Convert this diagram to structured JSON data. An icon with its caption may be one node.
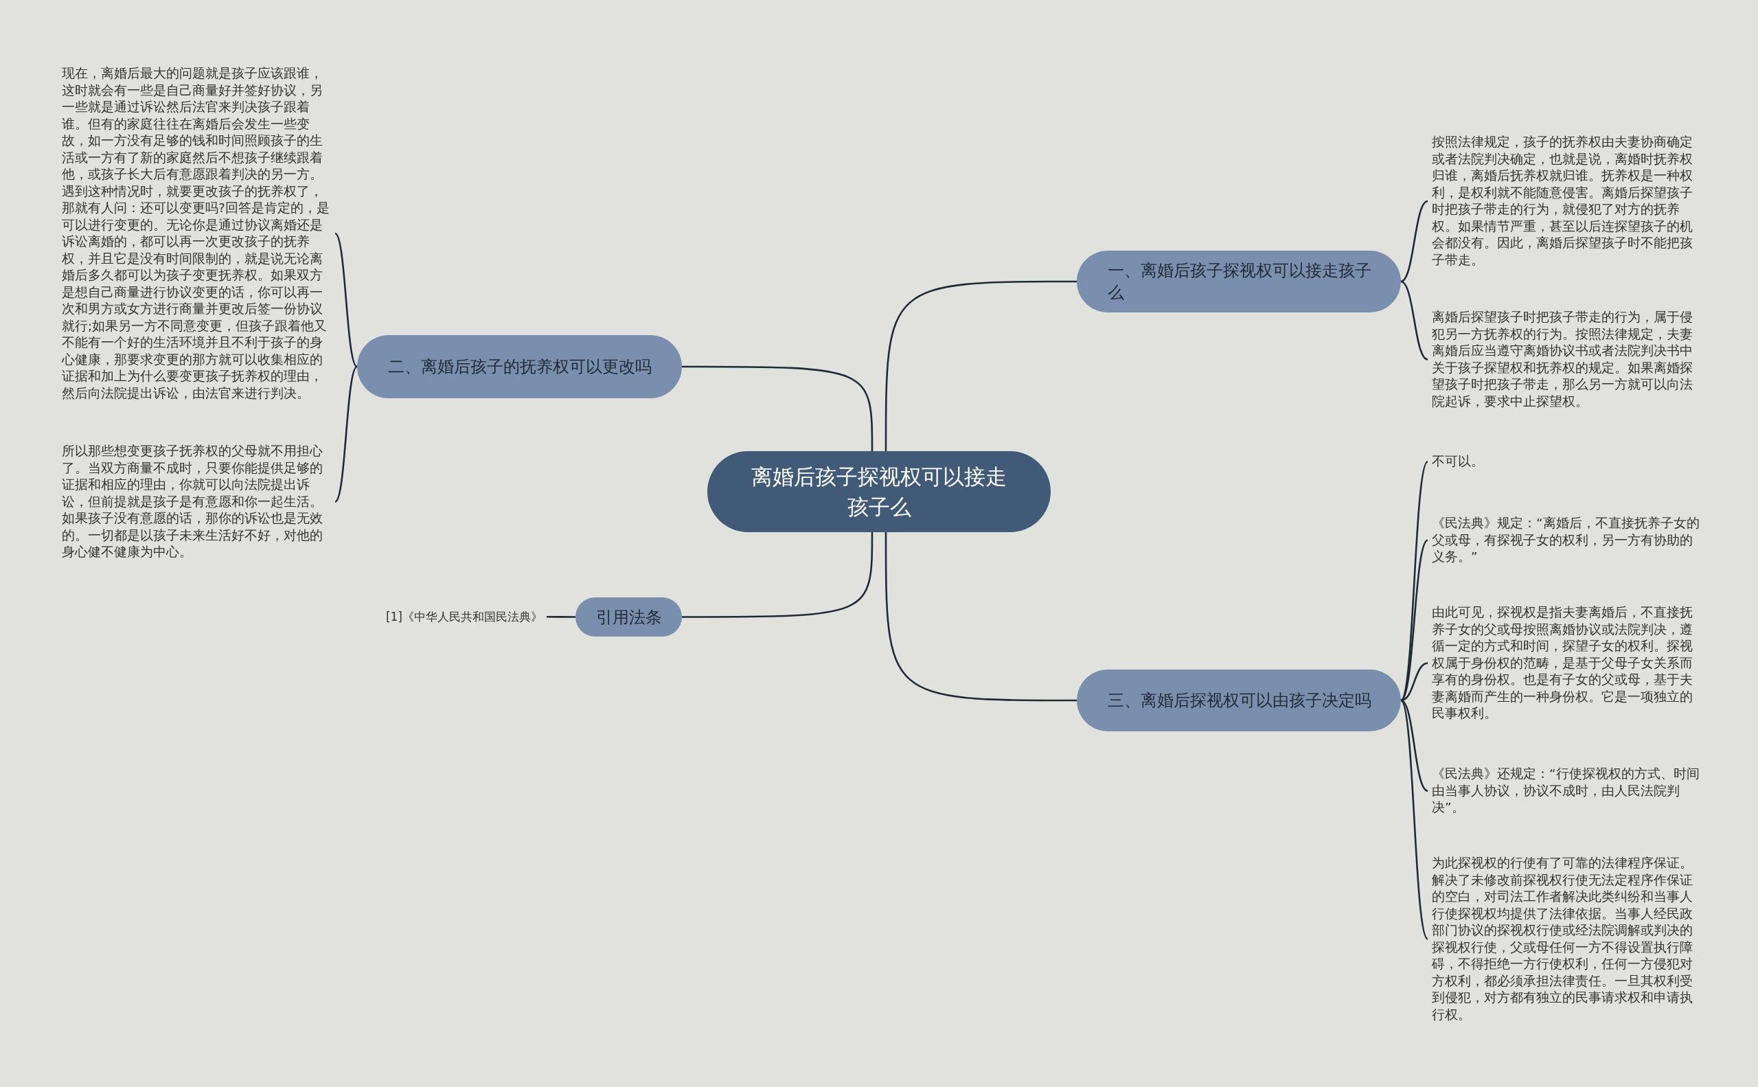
{
  "diagram": {
    "nodes": [
      {
        "text": [
          "离婚后孩子探视权可以接走孩子么"
        ]
      },
      {
        "text": [
          "一、离婚后孩子探视权可以接走孩子么"
        ]
      },
      {
        "text": [
          "按照法律规定，孩子的抚养权由夫妻协商确定或者法院判决确定，也就是说，离婚时抚养权归谁，离婚后抚养权就归谁。抚养权是一种权利，是权利就不能随意侵害。离婚后探望孩子时把孩子带走的行为，就侵犯了对方的抚养权。如果情节严重，甚至以后连探望孩子的机会都没有。因此，离婚后探望孩子时不能把孩子带走。"
        ]
      },
      {
        "text": [
          "离婚后探望孩子时把孩子带走的行为，属于侵犯另一方抚养权的行为。按照法律规定，夫妻离婚后应当遵守离婚协议书或者法院判决书中关于孩子探望权和抚养权的规定。如果离婚探望孩子时把孩子带走，那么另一方就可以向法院起诉，要求中止探望权。"
        ]
      },
      {
        "text": [
          "二、离婚后孩子的抚养权可以更改吗"
        ]
      },
      {
        "text": [
          "现在，离婚后最大的问题就是孩子应该跟谁，这时就会有一些是自己商量好并签好协议，另一些就是通过诉讼然后法官来判决孩子跟着谁。但有的家庭往往在离婚后会发生一些变故，如一方没有足够的钱和时间照顾孩子的生活或一方有了新的家庭然后不想孩子继续跟着他，或孩子长大后有意愿跟着判决的另一方。遇到这种情况时，就要更改孩子的抚养权了，那就有人问：还可以变更吗?回答是肯定的，是可以进行变更的。无论你是通过协议离婚还是诉讼离婚的，都可以再一次更改孩子的抚养权，并且它是没有时间限制的，就是说无论离婚后多久都可以为孩子变更抚养权。如果双方是想自己商量进行协议变更的话，你可以再一次和男方或女方进行商量并更改后签一份协议就行;如果另一方不同意变更，但孩子跟着他又不能有一个好的生活环境并且不利于孩子的身心健康，那要求变更的那方就可以收集相应的证据和加上为什么要变更孩子抚养权的理由，然后向法院提出诉讼，由法官来进行判决。"
        ]
      },
      {
        "text": [
          "所以那些想变更孩子抚养权的父母就不用担心了。当双方商量不成时，只要你能提供足够的证据和相应的理由，你就可以向法院提出诉讼，但前提就是孩子是有意愿和你一起生活。如果孩子没有意愿的话，那你的诉讼也是无效的。一切都是以孩子未来生活好不好，对他的身心健不健康为中心。"
        ]
      },
      {
        "text": [
          "三、离婚后探视权可以由孩子决定吗"
        ]
      },
      {
        "text": [
          "不可以。"
        ]
      },
      {
        "text": [
          "《民法典》规定：“离婚后，不直接抚养子女的父或母，有探视子女的权利，另一方有协助的义务。”"
        ]
      },
      {
        "text": [
          "由此可见，探视权是指夫妻离婚后，不直接抚养子女的父或母按照离婚协议或法院判决，遵循一定的方式和时间，探望子女的权利。探视权属于身份权的范畴，是基于父母子女关系而享有的身份权。也是有子女的父或母，基于夫妻离婚而产生的一种身份权。它是一项独立的民事权利。"
        ]
      },
      {
        "text": [
          "《民法典》还规定：“行使探视权的方式、时间由当事人协议，协议不成时，由人民法院判决”。"
        ]
      },
      {
        "text": [
          "为此探视权的行使有了可靠的法律程序保证。解决了未修改前探视权行使无法定程序作保证的空白，对司法工作者解决此类纠纷和当事人行使探视权均提供了法律依据。当事人经民政部门协议的探视权行使或经法院调解或判决的探视权行使，父或母任何一方不得设置执行障碍，不得拒绝一方行使权利，任何一方侵犯对方权利，都必须承担法律责任。一旦其权利受到侵犯，对方都有独立的民事请求权和申请执行权。"
        ]
      },
      {
        "text": [
          "引用法条"
        ]
      },
      {
        "text": [
          "[1]《中华人民共和国民法典》"
        ]
      }
    ],
    "edges": [
      {
        "from": 0,
        "to": 1,
        "arrow": "none"
      },
      {
        "from": 1,
        "to": 2,
        "arrow": "none"
      },
      {
        "from": 1,
        "to": 3,
        "arrow": "none"
      },
      {
        "from": 0,
        "to": 4,
        "arrow": "none"
      },
      {
        "from": 4,
        "to": 5,
        "arrow": "none"
      },
      {
        "from": 4,
        "to": 6,
        "arrow": "none"
      },
      {
        "from": 0,
        "to": 7,
        "arrow": "none"
      },
      {
        "from": 7,
        "to": 8,
        "arrow": "none"
      },
      {
        "from": 7,
        "to": 9,
        "arrow": "none"
      },
      {
        "from": 7,
        "to": 10,
        "arrow": "none"
      },
      {
        "from": 7,
        "to": 11,
        "arrow": "none"
      },
      {
        "from": 7,
        "to": 12,
        "arrow": "none"
      },
      {
        "from": 0,
        "to": 13,
        "arrow": "none"
      },
      {
        "from": 13,
        "to": 14,
        "arrow": "none"
      }
    ]
  }
}
